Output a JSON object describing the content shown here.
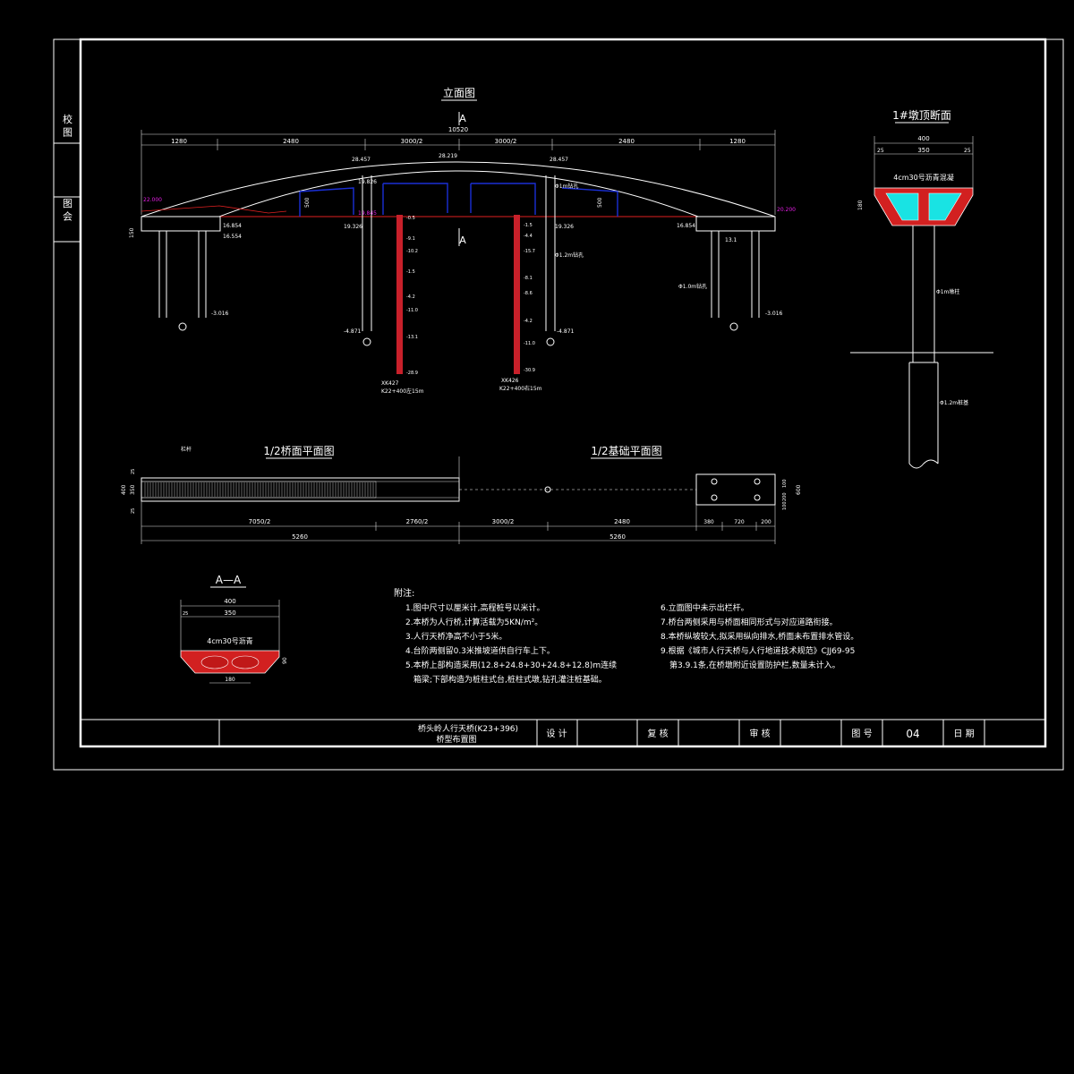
{
  "titles": {
    "elevation": "立面图",
    "section_top": "1#墩顶断面",
    "half_deck_plan": "1/2桥面平面图",
    "half_foundation_plan": "1/2基础平面图",
    "section_aa": "A—A",
    "notes_heading": "附注:"
  },
  "side_strip": {
    "top_label": "校 图",
    "bottom_label": "图 会"
  },
  "elevation": {
    "section_mark": "A",
    "total_length": "10520",
    "dims": [
      "1280",
      "2480",
      "3000/2",
      "3000/2",
      "2480",
      "1280"
    ],
    "elev_left_top": "28.457",
    "elev_crown": "28.219",
    "elev_right_top": "28.457",
    "elev_left_end": "22.000",
    "elev_right_end": "20.200",
    "elev_inner": "19.826",
    "elev_abut_l1": "16.854",
    "elev_abut_l2": "16.554",
    "elev_abut_r": "16.854",
    "elev_pier_l": "19.845",
    "elev_pier_l2": "19.326",
    "elev_pier_r": "19.326",
    "pile_bottom_l": "-3.016",
    "pile_bottom_r": "-3.016",
    "pier_pile_bottom_l": "-4.871",
    "pier_pile_bottom_r": "-4.871",
    "borehole_l_id": "XK427",
    "borehole_l_sta": "K22+400左15m",
    "borehole_r_id": "XK426",
    "borehole_r_sta": "K22+400右15m",
    "pile_note_r": "Φ1m钻孔",
    "pile_note_r2": "Φ1.2m钻孔",
    "pile_note_abut": "Φ1.0m钻孔",
    "bore_l_levels": [
      "-0.5",
      "-9.1",
      "-10.2",
      "-1.5",
      "-4.2",
      "-11.0",
      "-13.1",
      "-28.9"
    ],
    "bore_r_levels": [
      "-1.5",
      "-4.4",
      "-15.7",
      "-8.1",
      "-8.6",
      "-4.2",
      "-11.0",
      "-30.9"
    ],
    "dim_500": "500",
    "dim_150": "150",
    "dim_131": "13.1"
  },
  "section_top": {
    "width": "400",
    "inner": "350",
    "side_l": "25",
    "side_r": "25",
    "surface": "4cm30号沥青混凝",
    "height": "180",
    "pier_label": "Φ1m墩柱",
    "pile_label": "Φ1.2m桩基"
  },
  "plan": {
    "dim_left": "7050/2",
    "dim_mid": "2760/2",
    "dim_3000": "3000/2",
    "dim_2480": "2480",
    "dim_280": "380",
    "dim_720": "720",
    "dim_200": "200",
    "total_l": "5260",
    "total_r": "5260",
    "rail_label": "栏杆",
    "w400": "400",
    "w350": "350",
    "w25a": "25",
    "w25b": "25",
    "found_dims": [
      "100",
      "200",
      "100"
    ],
    "found_h": "600"
  },
  "section_aa": {
    "width": "400",
    "inner": "350",
    "side": "25",
    "surface": "4cm30号沥青",
    "bottom": "180",
    "height": "90"
  },
  "notes_left": [
    "1.图中尺寸以厘米计,高程桩号以米计。",
    "2.本桥为人行桥,计算活载为5KN/m²。",
    "3.人行天桥净高不小于5米。",
    "4.台阶两侧留0.3米推坡道供自行车上下。",
    "5.本桥上部构造采用(12.8+24.8+30+24.8+12.8)m连续",
    "箱梁;下部构造为桩柱式台,桩柱式墩,钻孔灌注桩基础。"
  ],
  "notes_right": [
    "6.立面图中未示出栏杆。",
    "7.桥台两侧采用与桥面相同形式与对应道路衔接。",
    "8.本桥纵坡较大,拟采用纵向排水,桥面未布置排水管设。",
    "9.根据《城市人行天桥与人行地道技术规范》CJJ69-95",
    "第3.9.1条,在桥墩附近设置防护栏,数量未计入。"
  ],
  "title_block": {
    "project": "桥头岭人行天桥(K23+396)",
    "drawing": "桥型布置图",
    "design": "设 计",
    "check": "复 核",
    "review": "审 核",
    "drawing_no_label": "图 号",
    "drawing_no": "04",
    "date_label": "日 期"
  },
  "colors": {
    "background": "#000000",
    "lines": "#ffffff",
    "pile": "#c8202a",
    "girder": "#1a2fd6",
    "section_fill": "#d22020",
    "void_fill": "#19e3e3",
    "magenta": "#e61ee6",
    "ground": "#e02020"
  }
}
